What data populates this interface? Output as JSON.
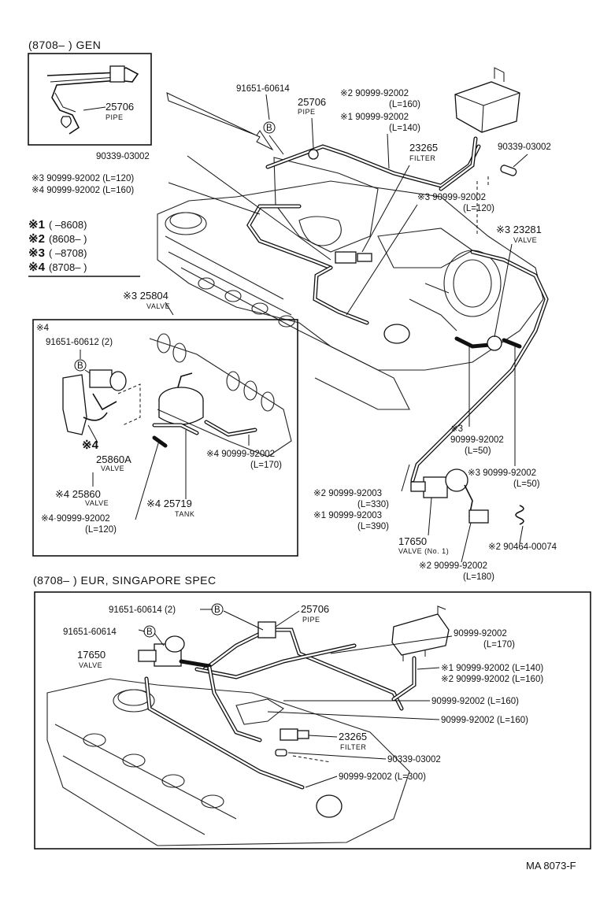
{
  "top_box": {
    "header": "(8708–        ) GEN",
    "pipe_num": "25706",
    "pipe_sub": "PIPE"
  },
  "legend": {
    "items": [
      {
        "mark": "※1",
        "range": "(        –8608)"
      },
      {
        "mark": "※2",
        "range": "(8608–        )"
      },
      {
        "mark": "※3",
        "range": "(        –8708)"
      },
      {
        "mark": "※4",
        "range": "(8708–        )"
      }
    ]
  },
  "main_labels": {
    "bolt_a": "91651-60614",
    "bolt_a_circle": "B",
    "pipe_num": "25706",
    "pipe_sub": "PIPE",
    "hose_2_160": "※2 90999-92002",
    "hose_2_160_len": "(L=160)",
    "hose_1_140": "※1 90999-92002",
    "hose_1_140_len": "(L=140)",
    "filter_num": "23265",
    "filter_sub": "FILTER",
    "union_a": "90339-03002",
    "union_b": "90339-03002",
    "hose_3_120": "※3 90999-92002 (L=120)",
    "hose_4_160": "※4 90999-92002 (L=160)",
    "hose_3_120b": "※3 90999-92002",
    "hose_3_120b_len": "(L=120)",
    "valve_23281": "※3 23281",
    "valve_23281_sub": "VALVE",
    "valve_25804": "※3 25804",
    "valve_25804_sub": "VALVE",
    "hose_3_50": "※3",
    "hose_3_50_num": "90999-92002",
    "hose_3_50_len": "(L=50)",
    "hose_3_50b": "※3 90999-92002",
    "hose_3_50b_len": "(L=50)",
    "hose_2_330": "※2 90999-92003",
    "hose_2_330_len": "(L=330)",
    "hose_1_390": "※1 90999-92003",
    "hose_1_390_len": "(L=390)",
    "valve_17650": "17650",
    "valve_17650_sub": "VALVE (No. 1)",
    "clip": "※2 90464-00074",
    "hose_2_180": "※2 90999-92002",
    "hose_2_180_len": "(L=180)"
  },
  "inset4": {
    "mark": "※4",
    "bolt": "91651-60612 (2)",
    "bolt_circle": "B",
    "v25860A_mark": "※4",
    "v25860A_num": "25860A",
    "v25860A_sub": "VALVE",
    "v25860_num": "※4 25860",
    "v25860_sub": "VALVE",
    "hose_120": "※4·90999-92002",
    "hose_120_len": "(L=120)",
    "tank_num": "※4 25719",
    "tank_sub": "TANK",
    "hose_170": "※4 90999-92002",
    "hose_170_len": "(L=170)"
  },
  "eur_box": {
    "header": "(8708–        ) EUR, SINGAPORE SPEC",
    "bolt_2": "91651-60614 (2)",
    "bolt_2_circle": "B",
    "bolt_1": "91651-60614",
    "bolt_1_circle": "B",
    "valve_num": "17650",
    "valve_sub": "VALVE",
    "pipe_num": "25706",
    "pipe_sub": "PIPE",
    "hose_170": "90999-92002",
    "hose_170_len": "(L=170)",
    "hose_1_140": "※1 90999-92002 (L=140)",
    "hose_2_160": "※2 90999-92002 (L=160)",
    "hose_160a": "90999-92002 (L=160)",
    "hose_160b": "90999-92002 (L=160)",
    "filter_num": "23265",
    "filter_sub": "FILTER",
    "union": "90339-03002",
    "hose_300": "90999-92002 (L=300)"
  },
  "footer": {
    "code": "MA  8073-F"
  }
}
